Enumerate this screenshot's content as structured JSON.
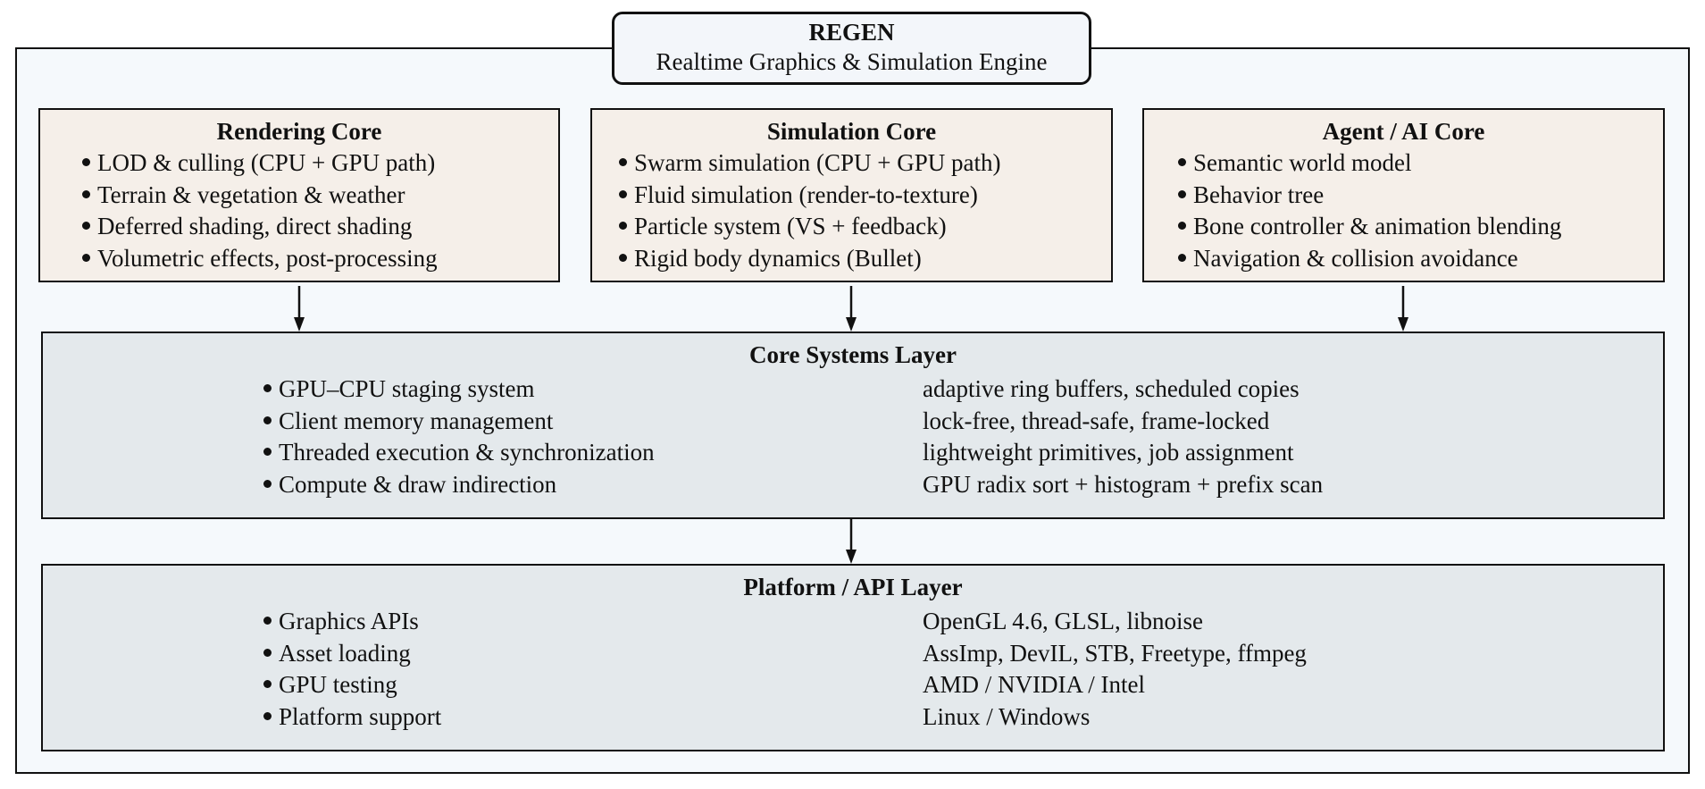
{
  "title": {
    "name": "REGEN",
    "subtitle": "Realtime Graphics & Simulation Engine"
  },
  "cores": [
    {
      "title": "Rendering Core",
      "items": [
        "LOD & culling (CPU + GPU path)",
        "Terrain & vegetation & weather",
        "Deferred shading, direct shading",
        "Volumetric effects, post-processing"
      ]
    },
    {
      "title": "Simulation Core",
      "items": [
        "Swarm simulation (CPU + GPU path)",
        "Fluid simulation (render-to-texture)",
        "Particle system (VS + feedback)",
        "Rigid body dynamics (Bullet)"
      ]
    },
    {
      "title": "Agent / AI Core",
      "items": [
        "Semantic world model",
        "Behavior tree",
        "Bone controller & animation blending",
        "Navigation & collision avoidance"
      ]
    }
  ],
  "core_systems": {
    "title": "Core Systems Layer",
    "rows": [
      {
        "feature": "GPU–CPU staging system",
        "detail": "adaptive ring buffers, scheduled copies"
      },
      {
        "feature": "Client memory management",
        "detail": "lock-free, thread-safe, frame-locked"
      },
      {
        "feature": "Threaded execution & synchronization",
        "detail": "lightweight primitives, job assignment"
      },
      {
        "feature": "Compute & draw indirection",
        "detail": "GPU radix sort + histogram + prefix scan"
      }
    ]
  },
  "platform": {
    "title": "Platform / API Layer",
    "rows": [
      {
        "feature": "Graphics APIs",
        "detail": "OpenGL 4.6, GLSL, libnoise"
      },
      {
        "feature": "Asset loading",
        "detail": "AssImp, DevIL, STB, Freetype, ffmpeg"
      },
      {
        "feature": "GPU testing",
        "detail": "AMD / NVIDIA / Intel"
      },
      {
        "feature": "Platform support",
        "detail": "Linux / Windows"
      }
    ]
  },
  "colors": {
    "frame_fill": "#f5f9fc",
    "core_fill": "#f5efe9",
    "layer_fill": "#e4e9ec",
    "title_fill": "#f3f6fa",
    "stroke": "#111111"
  }
}
